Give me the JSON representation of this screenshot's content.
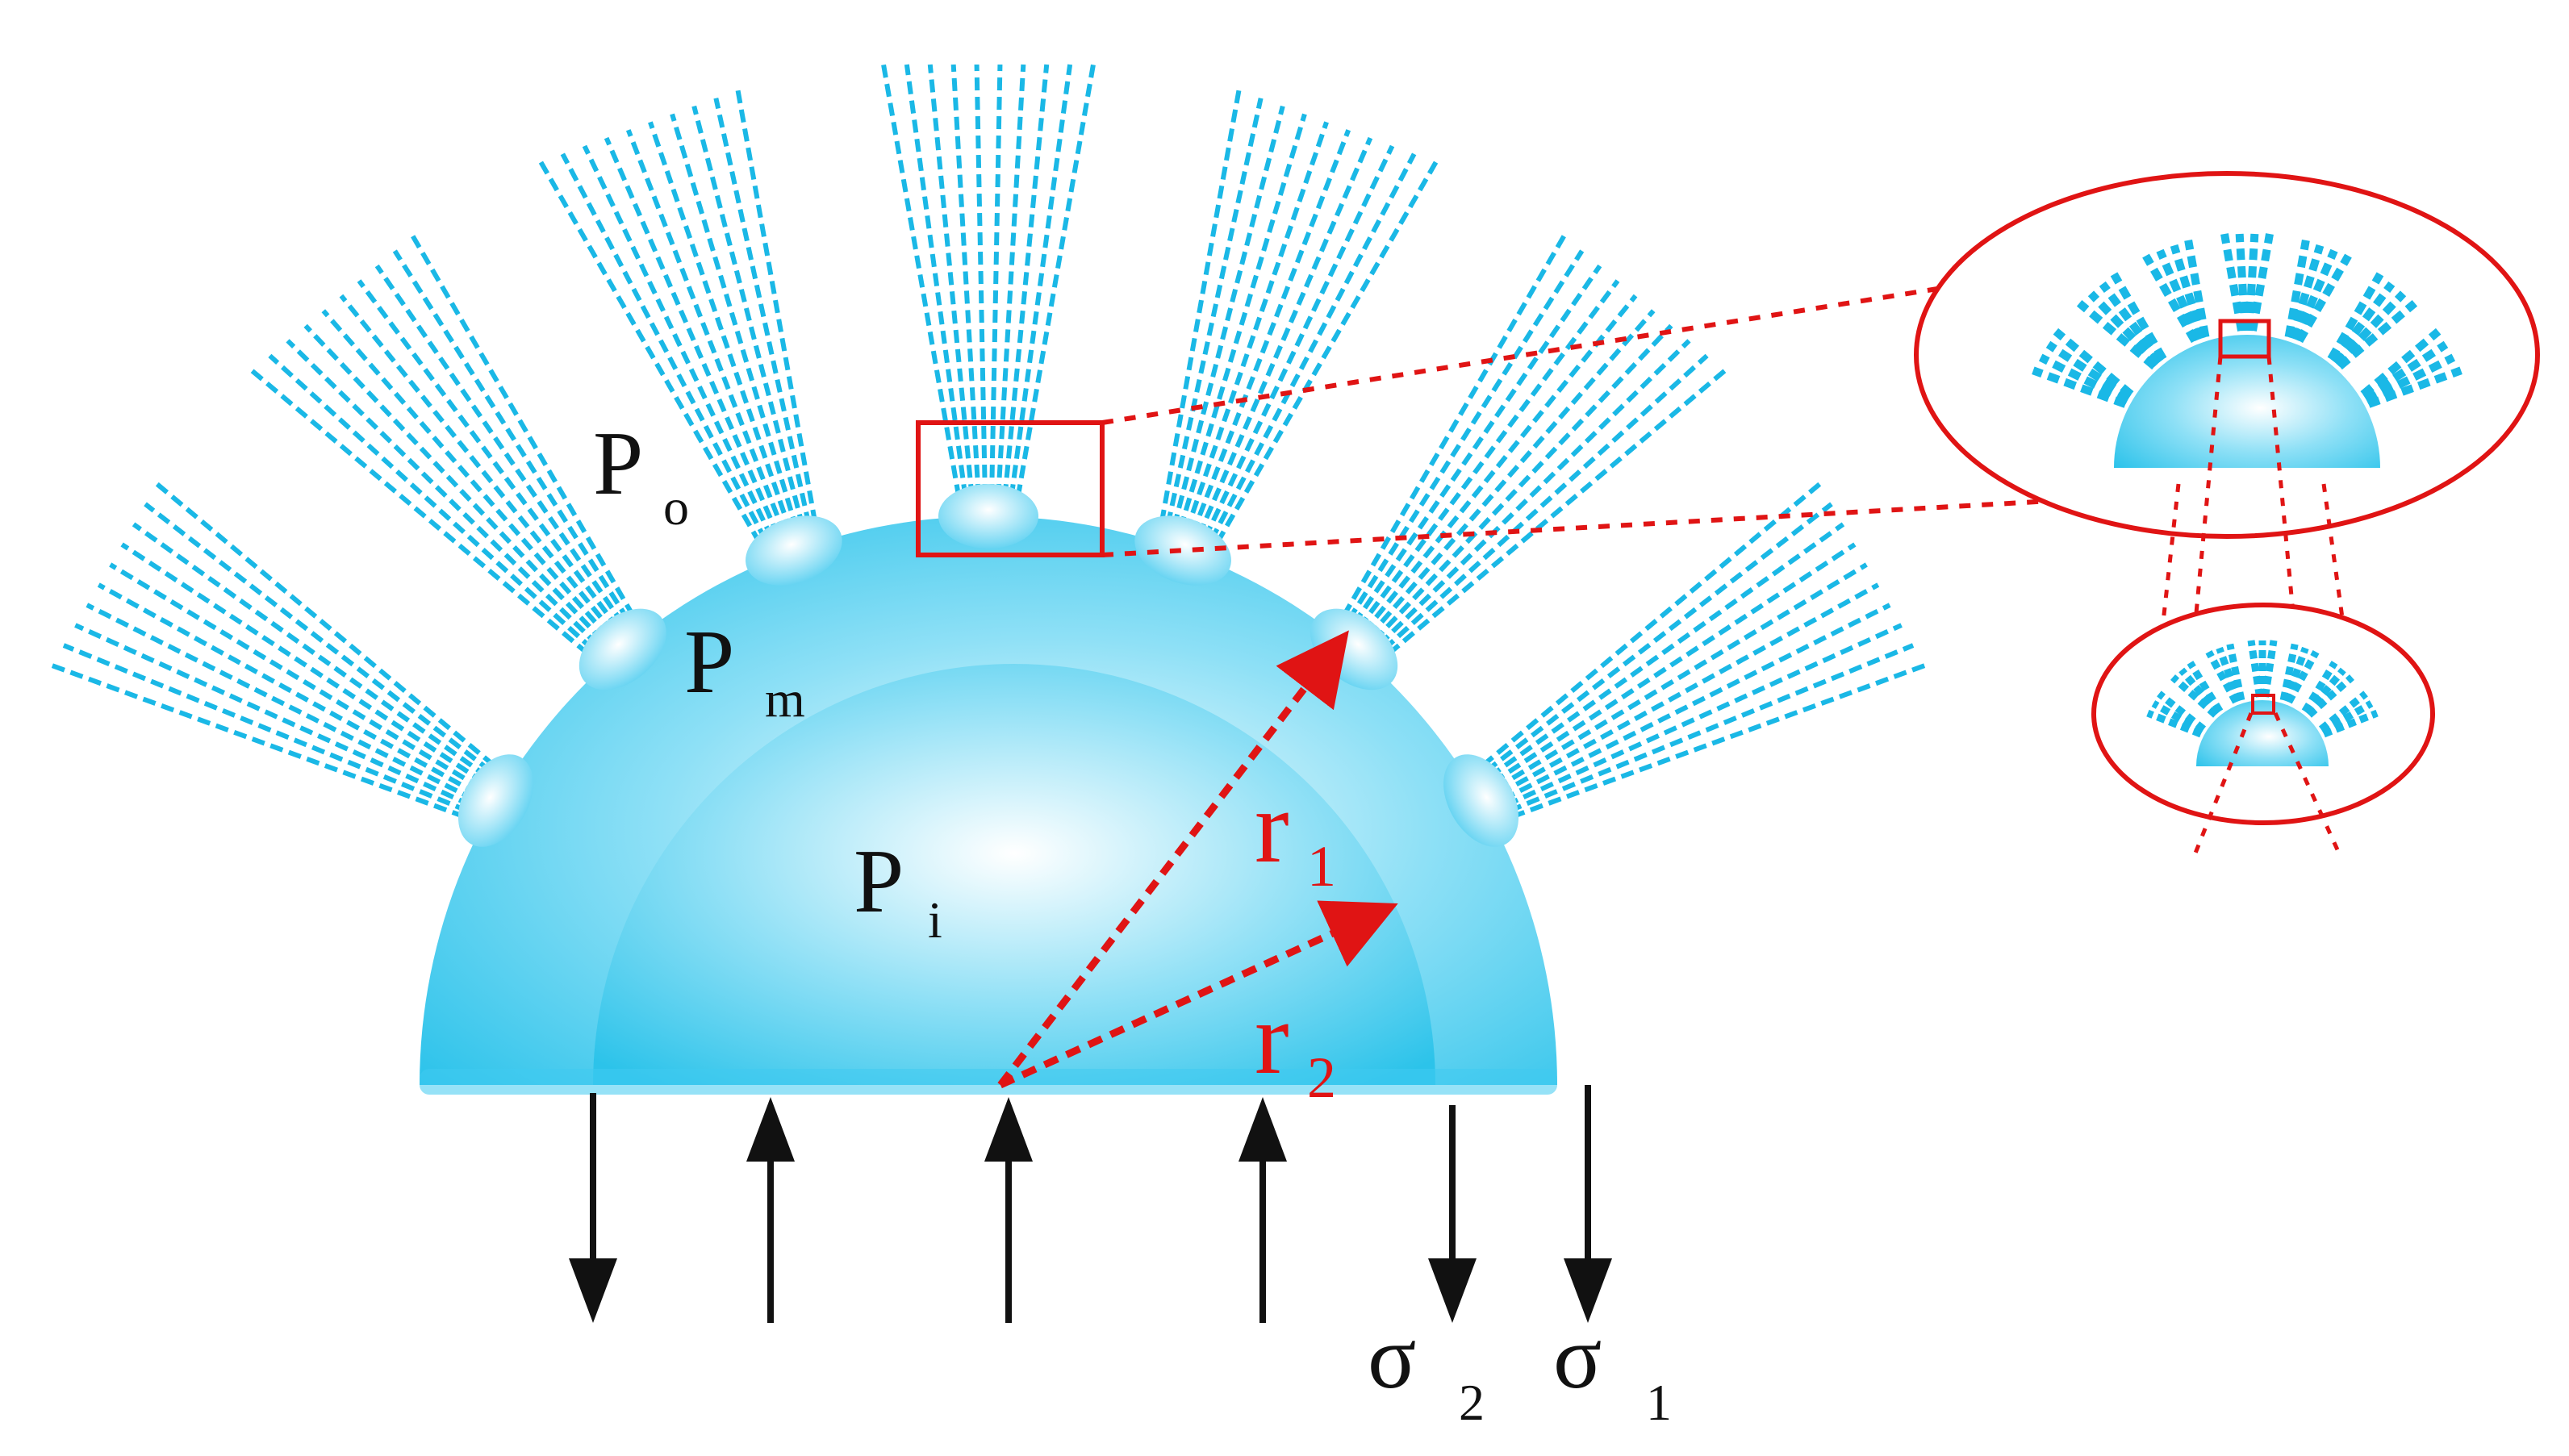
{
  "labels": {
    "P_outer": {
      "main": "P",
      "sub": "o"
    },
    "P_middle": {
      "main": "P",
      "sub": "m"
    },
    "P_inner": {
      "main": "P",
      "sub": "i"
    },
    "r1": {
      "main": "r",
      "sub": "1"
    },
    "r2": {
      "main": "r",
      "sub": "2"
    },
    "sigma2": {
      "main": "σ",
      "sub": "2"
    },
    "sigma1": {
      "main": "σ",
      "sub": "1"
    }
  },
  "colors": {
    "dome_outer": "#35c6ee",
    "dome_inner": "#5fd2f2",
    "dome_highlight": "#ffffff",
    "fiber": "#1ab8e6",
    "zoom_red": "#e01414",
    "arrow_black": "#111111"
  },
  "icons": {
    "up_arrow": "arrow-up",
    "down_arrow": "arrow-down"
  }
}
